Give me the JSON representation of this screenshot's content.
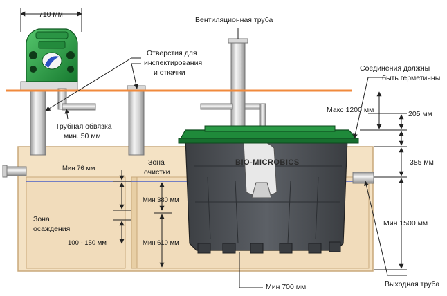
{
  "labels": {
    "width_top": "710 мм",
    "vent_pipe": "Вентиляционная труба",
    "inspection_line1": "Отверстия для",
    "inspection_line2": "инспектирования",
    "inspection_line3": "и откачки",
    "sealed_line1": "Соединения должны",
    "sealed_line2": "быть герметичны",
    "piping_line1": "Трубная обвязка",
    "piping_line2": "мин. 50 мм",
    "max_1200": "Макс 1200 мм",
    "d205": "205 мм",
    "d385": "385 мм",
    "min76": "Мин 76 мм",
    "zone_clean_line1": "Зона",
    "zone_clean_line2": "очистки",
    "min380": "Мин 380 мм",
    "zone_settle_line1": "Зона",
    "zone_settle_line2": "осаждения",
    "d100_150": "100 - 150 мм",
    "min610": "Мин 610 мм",
    "min1500": "Мин 1500 мм",
    "min700": "Мин 700 мм",
    "outlet_pipe": "Выходная труба",
    "logo": "BIO-MICROBICS"
  },
  "colors": {
    "ground_line": "#f08a3c",
    "tank_fill": "#f4e2c4",
    "tank_edge": "#c9a87a",
    "water_line": "#2b47c9",
    "unit_body": "#4f5357",
    "lid_green": "#1f8a3a",
    "blower_green": "#2aa84a",
    "pipe_light": "#e6e6e6"
  }
}
